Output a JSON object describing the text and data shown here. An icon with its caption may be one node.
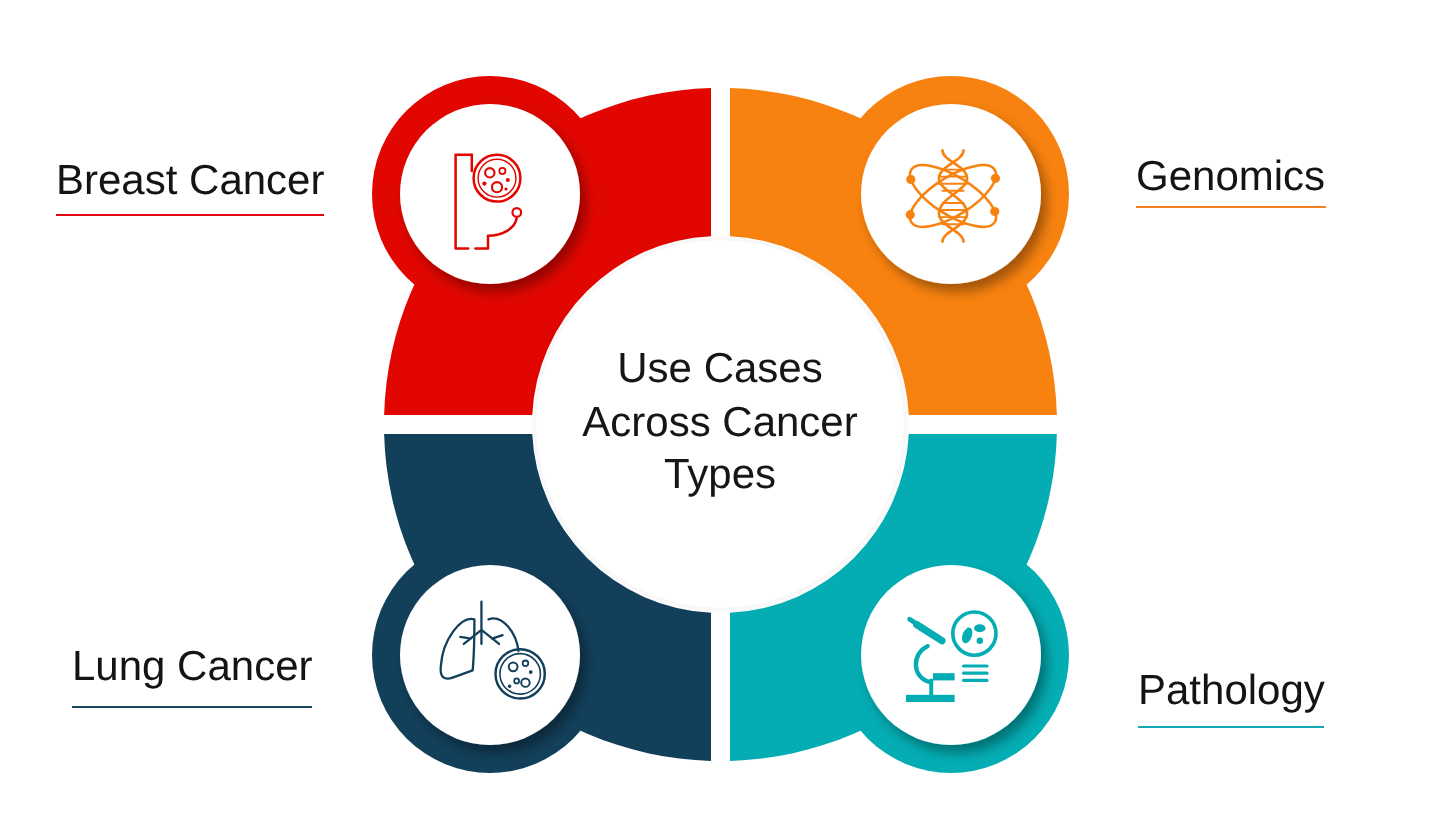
{
  "diagram": {
    "nodes": [
      {
        "text": [
          "Breast Cancer"
        ]
      },
      {
        "text": [
          "Genomics"
        ]
      },
      {
        "text": [
          "Use Cases Across Cancer Types"
        ]
      },
      {
        "text": [
          "Lung Cancer"
        ]
      },
      {
        "text": [
          "Pathology"
        ]
      }
    ]
  }
}
